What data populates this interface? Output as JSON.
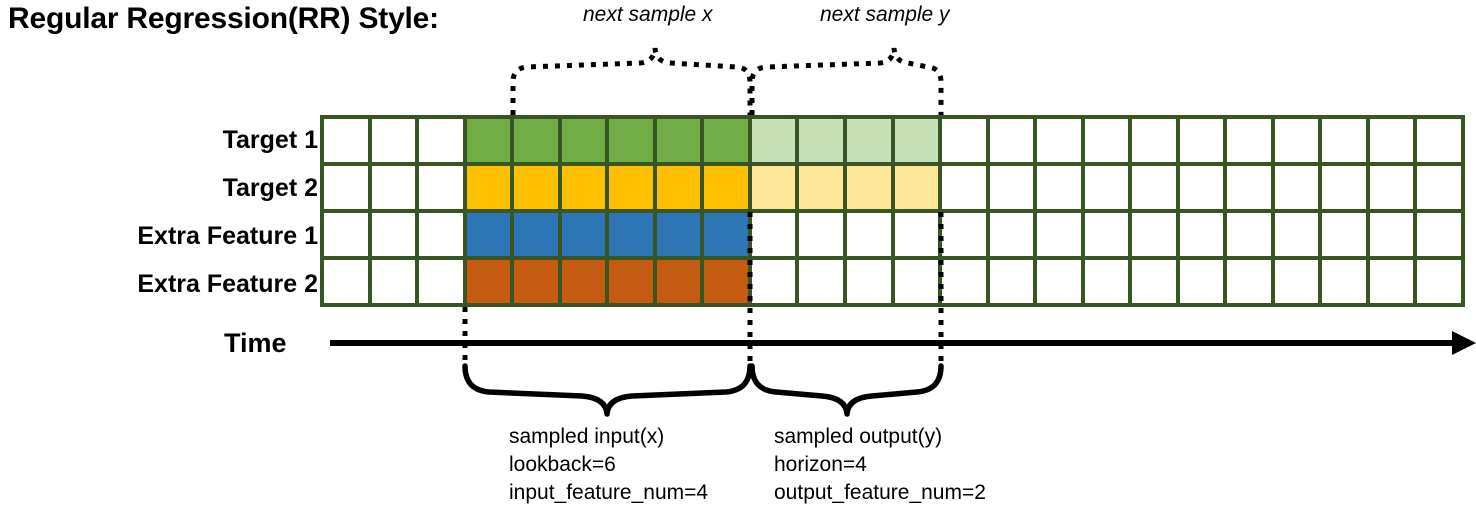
{
  "title": "Regular Regression(RR) Style:",
  "row_labels": [
    {
      "label": "Target 1"
    },
    {
      "label": "Target 2"
    },
    {
      "label": "Extra Feature 1"
    },
    {
      "label": "Extra Feature 2"
    }
  ],
  "axis": {
    "label": "Time"
  },
  "top_annotations": [
    {
      "label": "next sample x"
    },
    {
      "label": "next sample y"
    }
  ],
  "bottom_annotations": [
    {
      "line1": "sampled input(x)",
      "line2": "lookback=6",
      "line3": "input_feature_num=4"
    },
    {
      "line1": "sampled output(y)",
      "line2": "horizon=4",
      "line3": "output_feature_num=2"
    }
  ],
  "colors": {
    "grid_border": "#375623",
    "target1_input": "#70AD47",
    "target1_output": "#C5E0B4",
    "target2_input": "#FFC000",
    "target2_output": "#FFE699",
    "extra_feature1": "#2E75B6",
    "extra_feature2": "#C55A11",
    "empty_cell": "#FFFFFF",
    "ink": "#000000"
  },
  "chart_data": {
    "type": "heatmap",
    "title": "Regular Regression(RR) Style:",
    "total_columns": 24,
    "rows": [
      "Target 1",
      "Target 2",
      "Extra Feature 1",
      "Extra Feature 2"
    ],
    "lookback": 6,
    "horizon": 4,
    "input_feature_num": 4,
    "output_feature_num": 2,
    "input_start_column": 4,
    "input_end_column": 9,
    "output_start_column": 10,
    "output_end_column": 13,
    "cell_classes": [
      [
        "",
        "",
        "",
        "c-green",
        "c-green",
        "c-green",
        "c-green",
        "c-green",
        "c-green",
        "c-green-lt",
        "c-green-lt",
        "c-green-lt",
        "c-green-lt",
        "",
        "",
        "",
        "",
        "",
        "",
        "",
        "",
        "",
        "",
        ""
      ],
      [
        "",
        "",
        "",
        "c-yellow",
        "c-yellow",
        "c-yellow",
        "c-yellow",
        "c-yellow",
        "c-yellow",
        "c-yellow-lt",
        "c-yellow-lt",
        "c-yellow-lt",
        "c-yellow-lt",
        "",
        "",
        "",
        "",
        "",
        "",
        "",
        "",
        "",
        "",
        ""
      ],
      [
        "",
        "",
        "",
        "c-blue",
        "c-blue",
        "c-blue",
        "c-blue",
        "c-blue",
        "c-blue",
        "",
        "",
        "",
        "",
        "",
        "",
        "",
        "",
        "",
        "",
        "",
        "",
        "",
        "",
        ""
      ],
      [
        "",
        "",
        "",
        "c-orange",
        "c-orange",
        "c-orange",
        "c-orange",
        "c-orange",
        "c-orange",
        "",
        "",
        "",
        "",
        "",
        "",
        "",
        "",
        "",
        "",
        "",
        "",
        "",
        "",
        ""
      ]
    ]
  }
}
